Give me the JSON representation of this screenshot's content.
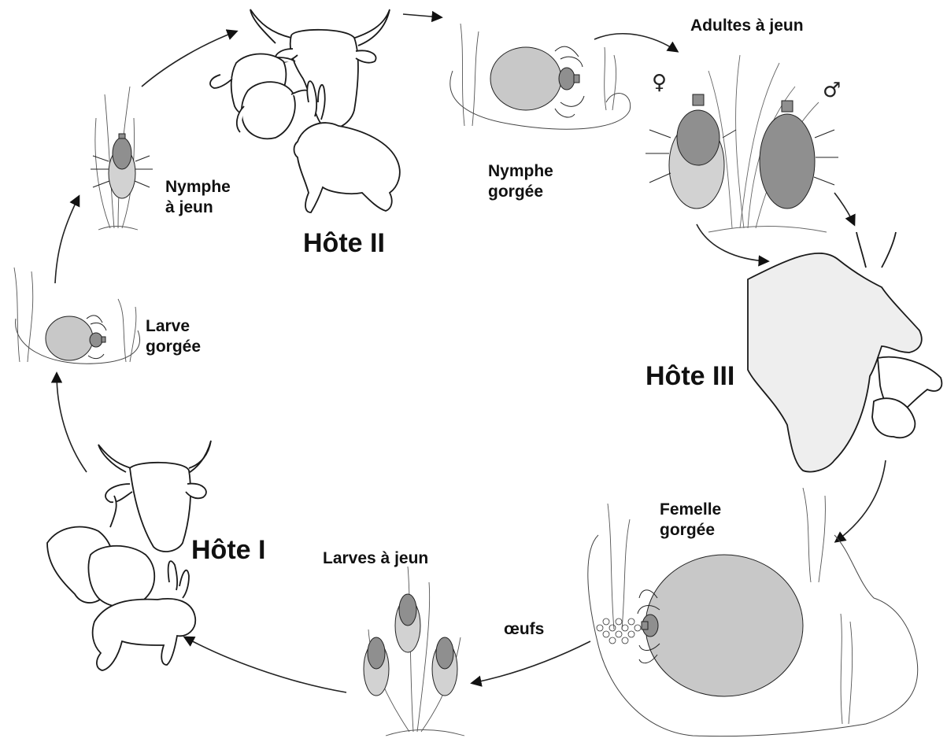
{
  "colors": {
    "tick_body": "#c8c8c8",
    "tick_scutum": "#8f8f8f",
    "ink": "#1a1a1a",
    "host_fill": "#eeeeee"
  },
  "labels": {
    "host1": "Hôte I",
    "host2": "Hôte II",
    "host3": "Hôte III",
    "larve_gorgee_1": "Larve",
    "larve_gorgee_2": "gorgée",
    "nymphe_jeun_1": "Nymphe",
    "nymphe_jeun_2": "à jeun",
    "nymphe_gorgee_1": "Nymphe",
    "nymphe_gorgee_2": "gorgée",
    "adultes_jeun": "Adultes à jeun",
    "femelle_gorgee_1": "Femelle",
    "femelle_gorgee_2": "gorgée",
    "larves_jeun": "Larves à jeun",
    "oeufs": "œufs",
    "female_symbol": "♀",
    "male_symbol": "♂"
  },
  "icons": [
    "cow",
    "goat",
    "sheep",
    "rabbit",
    "tick",
    "grass",
    "eggs",
    "arrow"
  ]
}
